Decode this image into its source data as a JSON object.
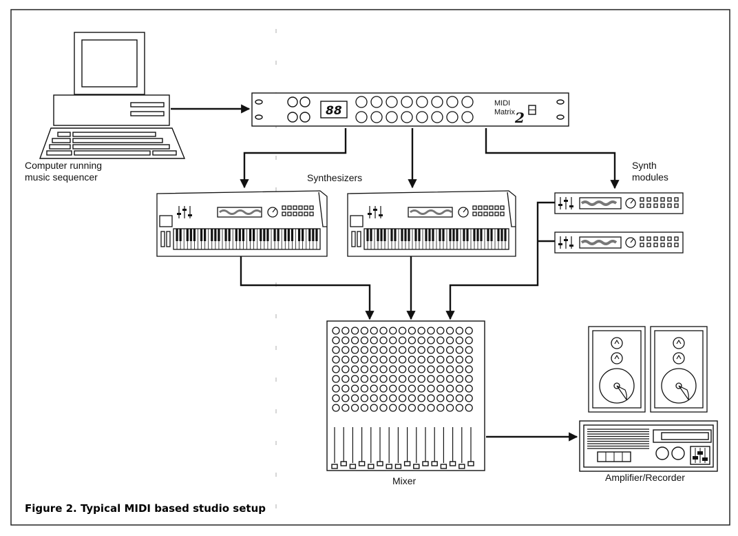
{
  "labels": {
    "computer_line1": "Computer running",
    "computer_line2": "music sequencer",
    "synthesizers": "Synthesizers",
    "synth_modules_line1": "Synth",
    "synth_modules_line2": "modules",
    "midi_line1": "MIDI",
    "midi_line2": "Matrix",
    "midi_model": "2",
    "midi_display": "88",
    "mixer": "Mixer",
    "amplifier_recorder": "Amplifier/Recorder"
  },
  "caption": "Figure 2. Typical MIDI based studio setup"
}
